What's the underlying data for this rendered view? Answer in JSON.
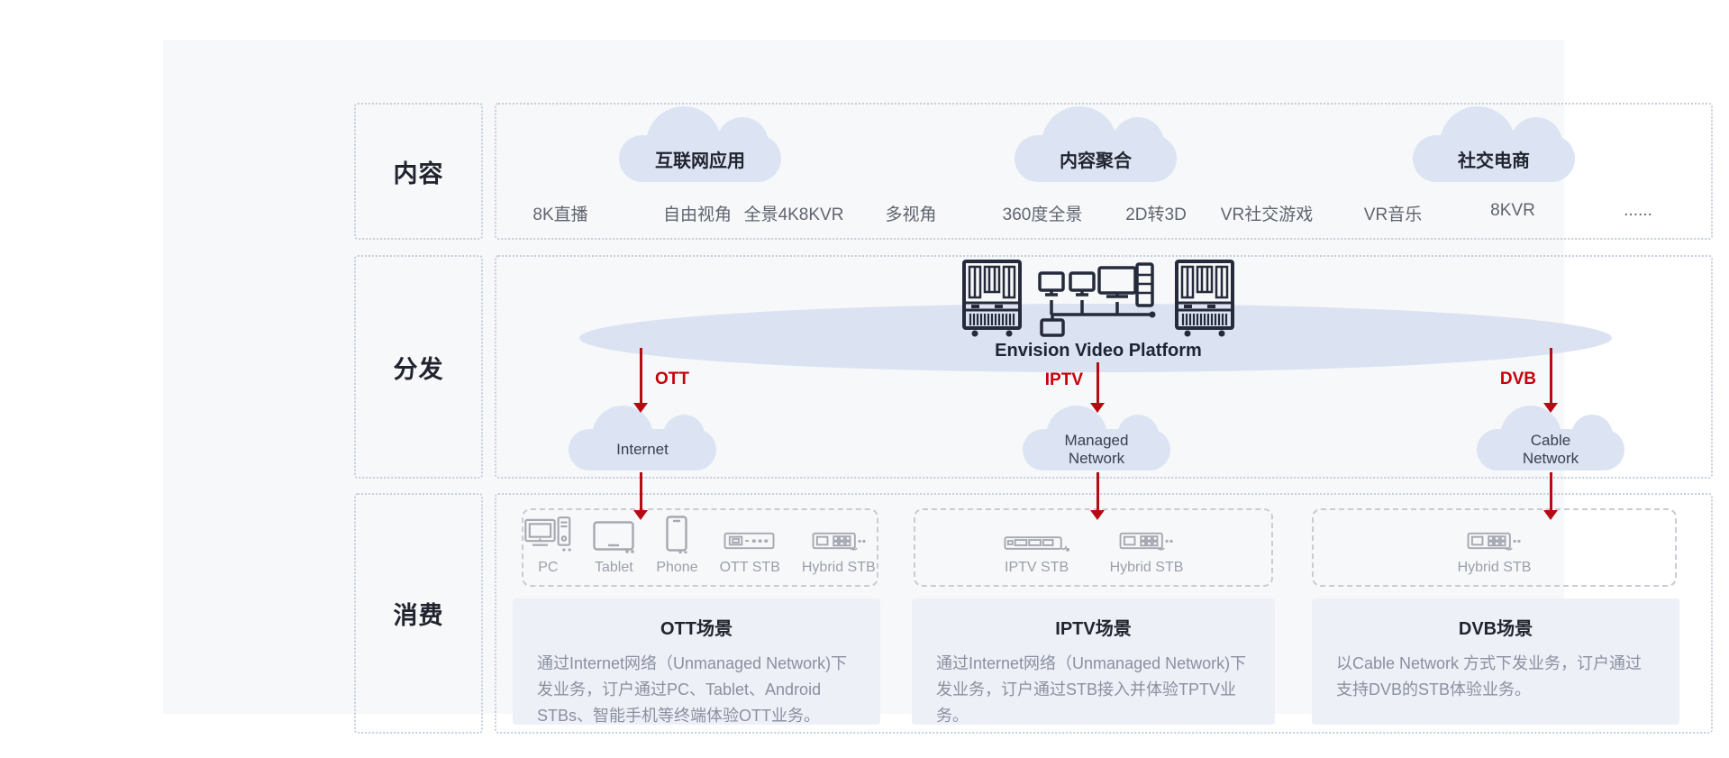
{
  "colors": {
    "accent_red": "#c7000b",
    "arrow_red": "#b50b12",
    "cloud_fill": "#dce4f4",
    "ellipse_fill": "#dbe2f2",
    "ink_dark": "#20242e",
    "card_bg": "#eef0f7"
  },
  "layers": [
    {
      "label": "内容"
    },
    {
      "label": "分发"
    },
    {
      "label": "消费"
    }
  ],
  "content": {
    "clouds": [
      {
        "label": "互联网应用"
      },
      {
        "label": "内容聚合"
      },
      {
        "label": "社交电商"
      }
    ],
    "items": [
      "8K直播",
      "自由视角",
      "全景4K8KVR",
      "多视角",
      "360度全景",
      "2D转3D",
      "VR社交游戏",
      "VR音乐",
      "8KVR",
      "......"
    ]
  },
  "distribution": {
    "platform_label": "Envision Video Platform",
    "channels": [
      {
        "protocol": "OTT",
        "network": "Internet"
      },
      {
        "protocol": "IPTV",
        "network": "Managed Network"
      },
      {
        "protocol": "DVB",
        "network": "Cable Network"
      }
    ]
  },
  "consumption": {
    "device_groups": [
      {
        "devices": [
          {
            "icon": "pc-icon",
            "label": "PC"
          },
          {
            "icon": "tablet-icon",
            "label": "Tablet"
          },
          {
            "icon": "phone-icon",
            "label": "Phone"
          },
          {
            "icon": "ott-stb-icon",
            "label": "OTT STB"
          },
          {
            "icon": "hybrid-stb-icon",
            "label": "Hybrid STB"
          }
        ]
      },
      {
        "devices": [
          {
            "icon": "iptv-stb-icon",
            "label": "IPTV STB"
          },
          {
            "icon": "hybrid-stb-icon",
            "label": "Hybrid STB"
          }
        ]
      },
      {
        "devices": [
          {
            "icon": "hybrid-stb-icon",
            "label": "Hybrid STB"
          }
        ]
      }
    ],
    "scenarios": [
      {
        "title": "OTT场景",
        "description": "通过Internet网络（Unmanaged Network)下发业务，订户通过PC、Tablet、Android STBs、智能手机等终端体验OTT业务。"
      },
      {
        "title": "IPTV场景",
        "description": "通过Internet网络（Unmanaged Network)下发业务，订户通过STB接入并体验TPTV业务。"
      },
      {
        "title": "DVB场景",
        "description": "以Cable Network 方式下发业务，订户通过支持DVB的STB体验业务。"
      }
    ]
  }
}
